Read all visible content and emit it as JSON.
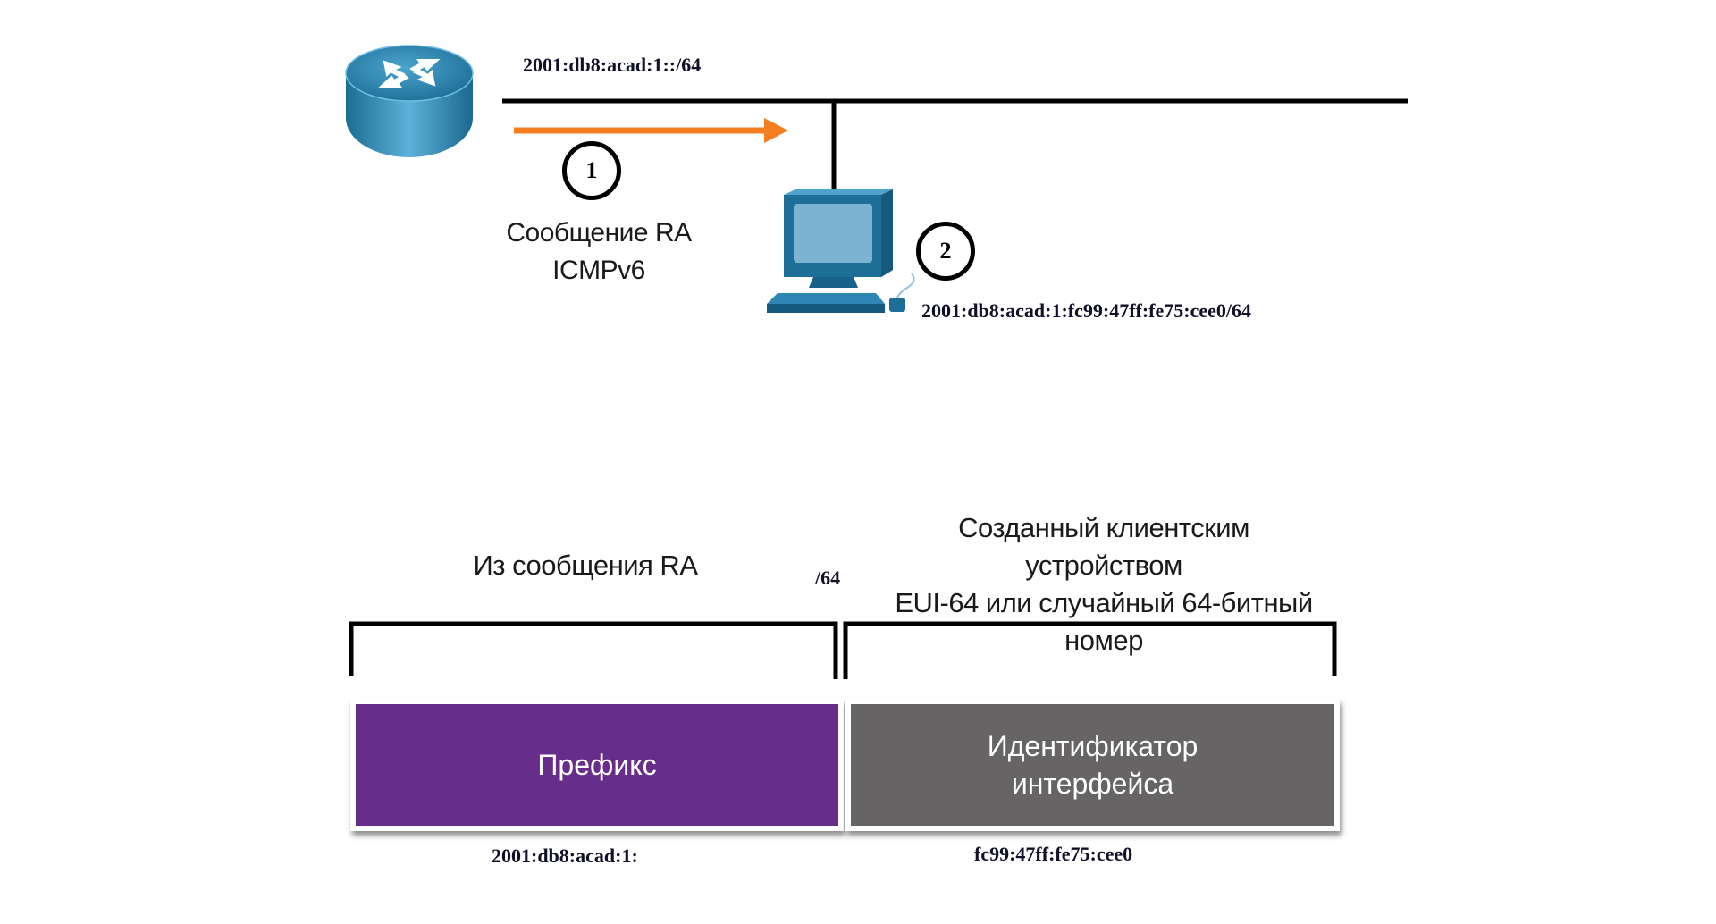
{
  "network": {
    "prefix_label": "2001:db8:acad:1::/64",
    "host_address": "2001:db8:acad:1:fc99:47ff:fe75:cee0/64"
  },
  "steps": [
    {
      "number": "1",
      "label_line1": "Сообщение RA",
      "label_line2": "ICMPv6"
    },
    {
      "number": "2"
    }
  ],
  "address_structure": {
    "left_caption": "Из сообщения RA",
    "boundary_label": "/64",
    "right_caption_lines": [
      "Созданный клиентским",
      "устройством",
      "EUI-64 или случайный 64-битный",
      "номер"
    ],
    "prefix_box": {
      "label": "Префикс",
      "value": "2001:db8:acad:1:"
    },
    "interface_box": {
      "label_line1": "Идентификатор",
      "label_line2": "интерфейса",
      "value": "fc99:47ff:fe75:cee0"
    }
  },
  "colors": {
    "prefix": "#662d8a",
    "interface_id": "#666464",
    "arrow": "#f47e20",
    "device": "#1f7ba4"
  },
  "icons": [
    "router-icon",
    "computer-icon"
  ]
}
